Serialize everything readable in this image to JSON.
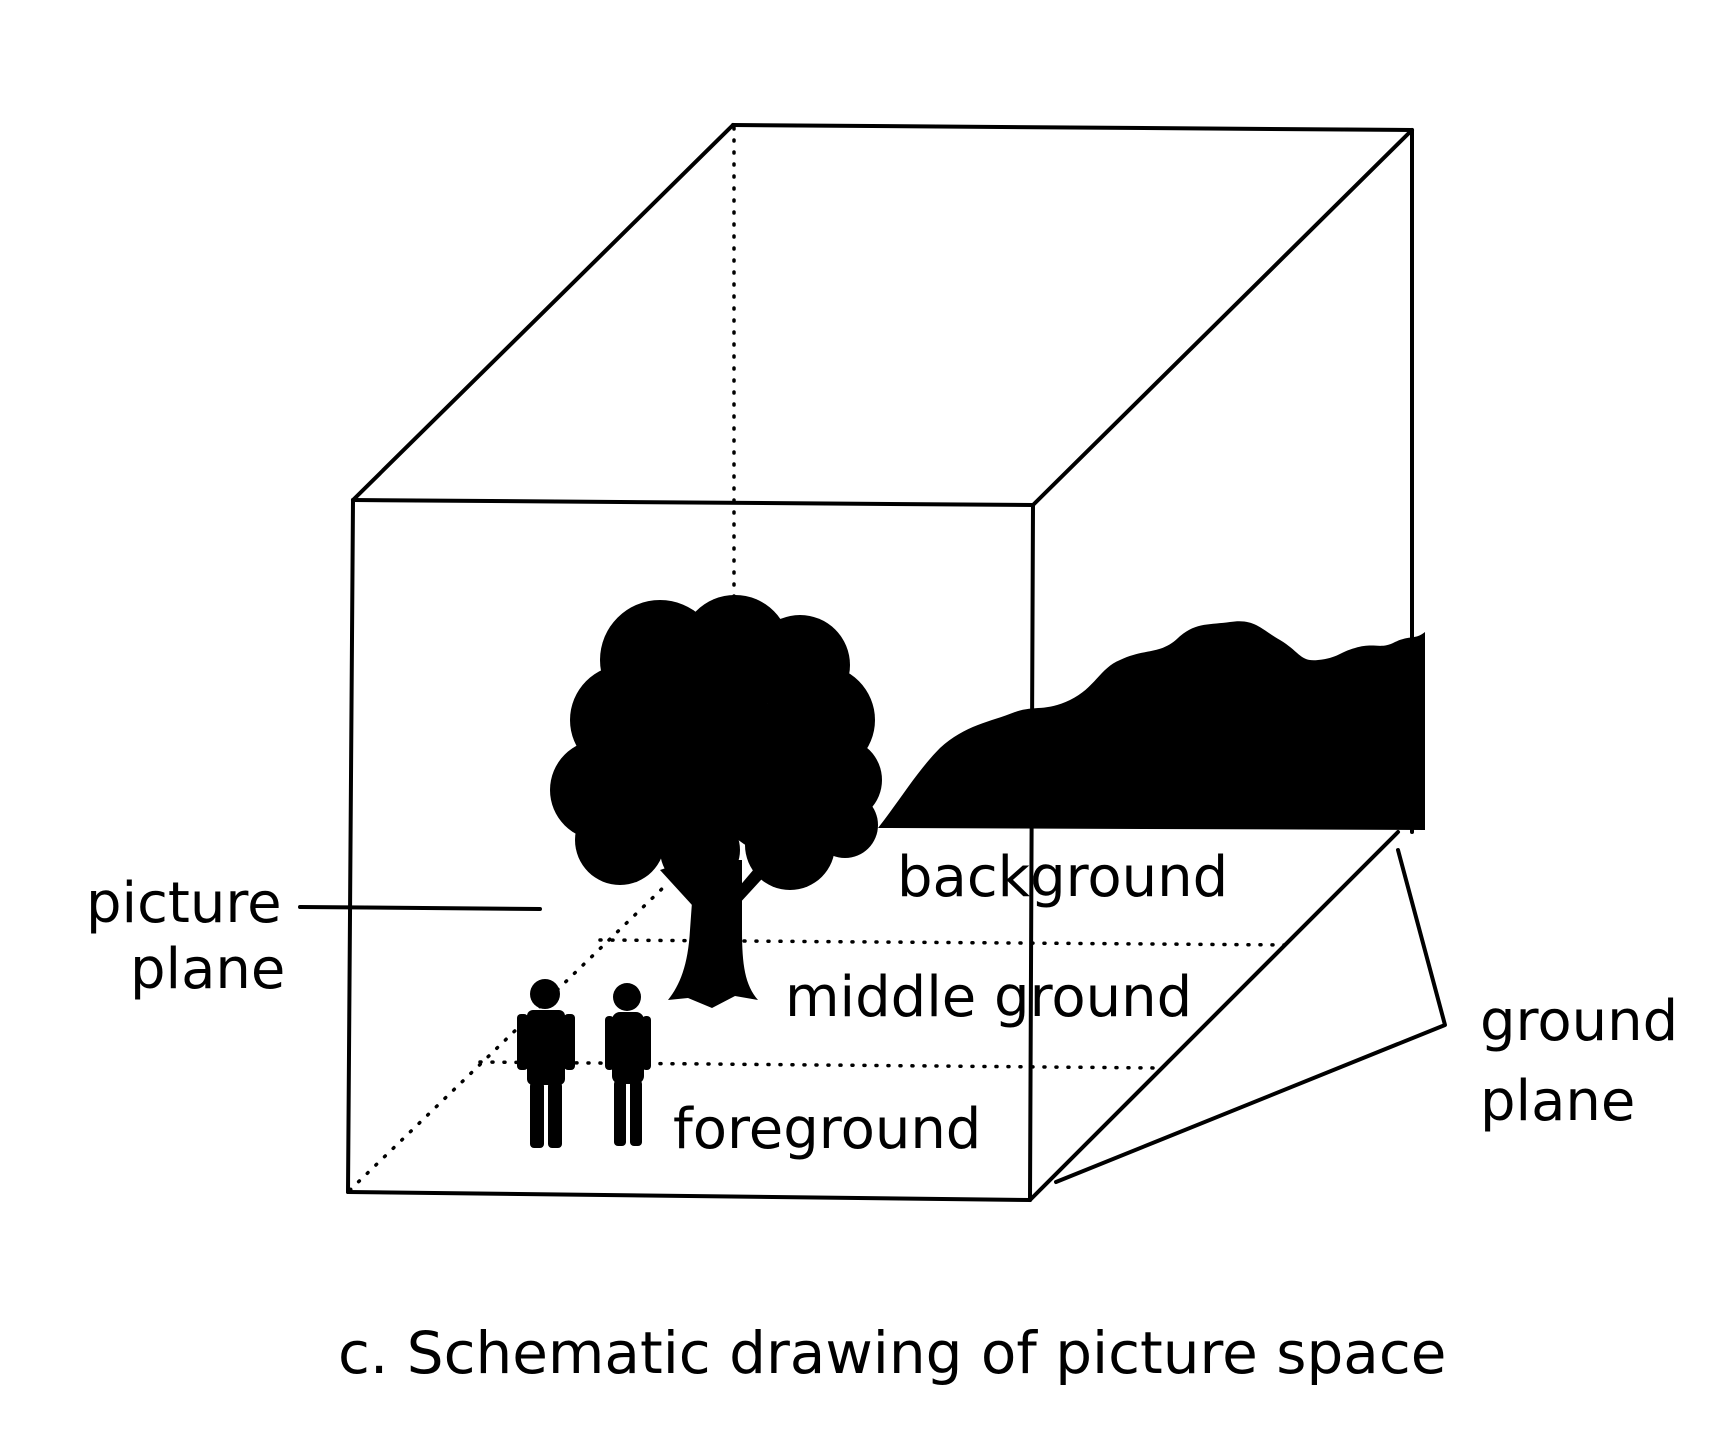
{
  "labels": {
    "picture_plane_line1": "picture",
    "picture_plane_line2": "plane",
    "background": "background",
    "middle_ground": "middle ground",
    "foreground": "foreground",
    "ground_plane_line1": "ground",
    "ground_plane_line2": "plane"
  },
  "caption": "c. Schematic drawing of picture space",
  "colors": {
    "ink": "#000000",
    "paper": "#ffffff"
  }
}
